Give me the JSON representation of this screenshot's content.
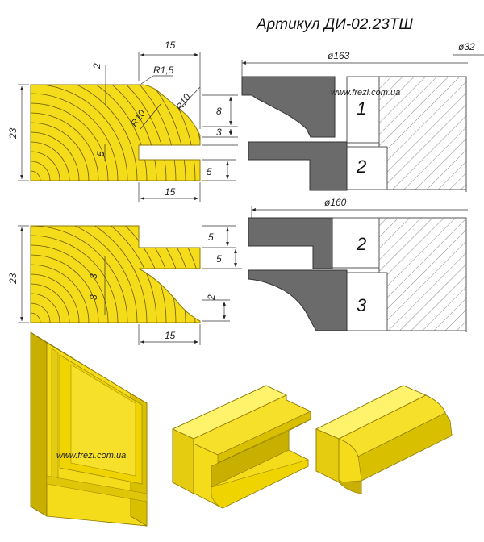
{
  "title": "Артикул ДИ-02.23ТШ",
  "watermark": "www.frezi.com.ua",
  "colors": {
    "wood": "#f5dc1a",
    "wood_edge": "#c8a800",
    "steel": "#6b6b6b",
    "hatch": "#8a8a8a"
  },
  "profile_top": {
    "dims": {
      "width": "15",
      "r_small": "R1,5",
      "top_step": "2",
      "r1": "R10",
      "r2": "R10",
      "right_8": "8",
      "right_3": "3",
      "right_5": "5",
      "slot_5": "5",
      "height": "23",
      "bottom_15": "15"
    }
  },
  "profile_bottom": {
    "dims": {
      "height": "23",
      "tenon_5a": "5",
      "tenon_5b": "5",
      "left_3": "3",
      "left_8": "8",
      "right_2": "2",
      "bottom_15": "15"
    }
  },
  "cutter_top": {
    "diameter_outer": "ø163",
    "diameter_bore": "ø32",
    "labels": [
      "1",
      "2"
    ]
  },
  "cutter_bottom": {
    "diameter_outer": "ø160",
    "labels": [
      "2",
      "3"
    ]
  }
}
